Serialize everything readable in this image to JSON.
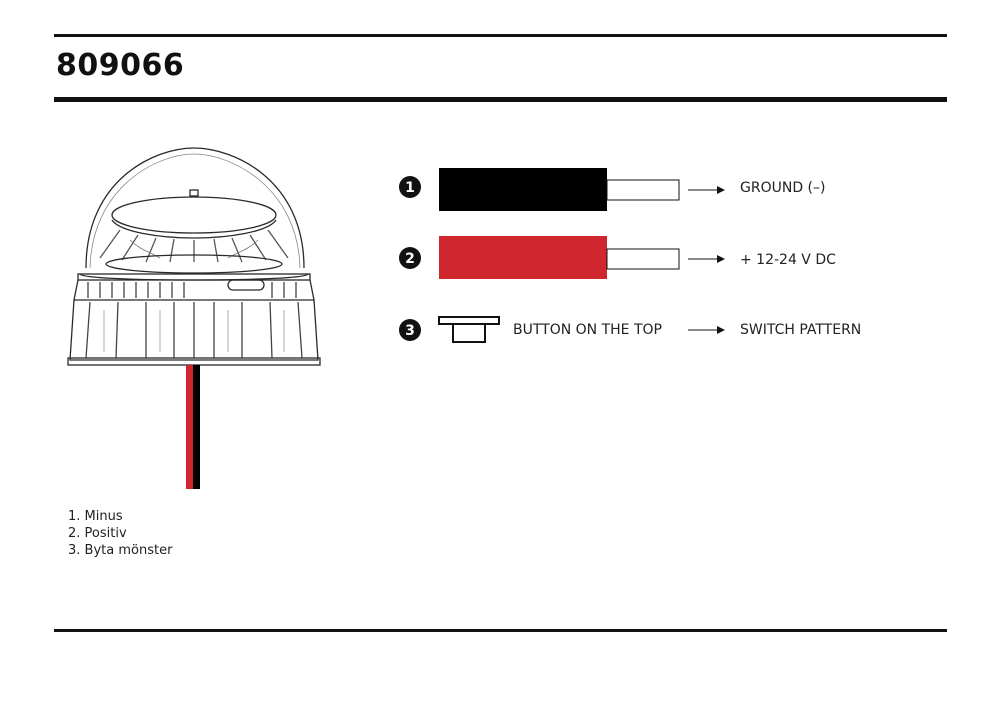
{
  "document": {
    "title": "809066"
  },
  "legend": {
    "items": [
      "1. Minus",
      "2. Positiv",
      "3. Byta mönster"
    ]
  },
  "wiring": {
    "rows": [
      {
        "number": "1",
        "label": "GROUND (–)",
        "wire_color": "#000000"
      },
      {
        "number": "2",
        "label": "+ 12-24 V DC",
        "wire_color": "#d0262d"
      },
      {
        "number": "3",
        "label": "BUTTON ON THE TOP",
        "result": "SWITCH PATTERN"
      }
    ]
  },
  "colors": {
    "rule": "#111111",
    "wire_black": "#000000",
    "wire_red": "#d0262d",
    "badge": "#111111"
  }
}
